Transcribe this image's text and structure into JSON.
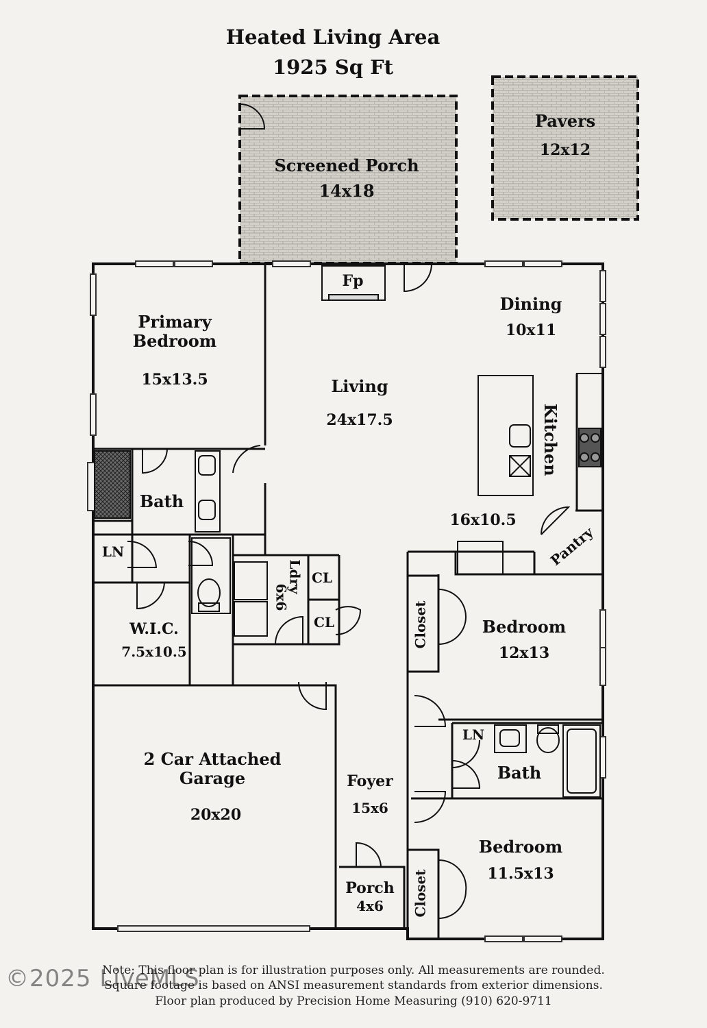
{
  "header": {
    "title": "Heated Living Area",
    "area": "1925 Sq Ft"
  },
  "rooms": {
    "screened_porch": {
      "name": "Screened Porch",
      "size": "14x18"
    },
    "pavers": {
      "name": "Pavers",
      "size": "12x12"
    },
    "fireplace": {
      "name": "Fp"
    },
    "dining": {
      "name": "Dining",
      "size": "10x11"
    },
    "primary_bedroom": {
      "name": "Primary\nBedroom",
      "size": "15x13.5"
    },
    "living": {
      "name": "Living",
      "size": "24x17.5"
    },
    "kitchen": {
      "name": "Kitchen",
      "size": "16x10.5"
    },
    "pantry": {
      "name": "Pantry"
    },
    "primary_bath": {
      "name": "Bath"
    },
    "linen_1": {
      "name": "LN"
    },
    "laundry": {
      "name": "Ldry",
      "size": "6x6"
    },
    "closet_cl_1": {
      "name": "CL"
    },
    "closet_cl_2": {
      "name": "CL"
    },
    "wic": {
      "name": "W.I.C.",
      "size": "7.5x10.5"
    },
    "bedroom_2": {
      "name": "Bedroom",
      "size": "12x13",
      "closet": "Closet"
    },
    "linen_2": {
      "name": "LN"
    },
    "bath_2": {
      "name": "Bath"
    },
    "garage": {
      "name": "2 Car Attached\nGarage",
      "size": "20x20"
    },
    "foyer": {
      "name": "Foyer",
      "size": "15x6"
    },
    "porch": {
      "name": "Porch",
      "size": "4x6"
    },
    "bedroom_3": {
      "name": "Bedroom",
      "size": "11.5x13",
      "closet": "Closet"
    }
  },
  "footer": {
    "note_line1": "Note: This floor plan is for illustration purposes only. All measurements are rounded.",
    "note_line2": "Square footage is based on ANSI measurement standards from exterior dimensions.",
    "credit": "Floor plan produced by Precision Home Measuring (910) 620-9711",
    "watermark": "©2025 LiveMLS"
  },
  "colors": {
    "wall": "#111111",
    "floor": "#f3f2ef",
    "outdoor_fill": "#c9c6c0"
  }
}
